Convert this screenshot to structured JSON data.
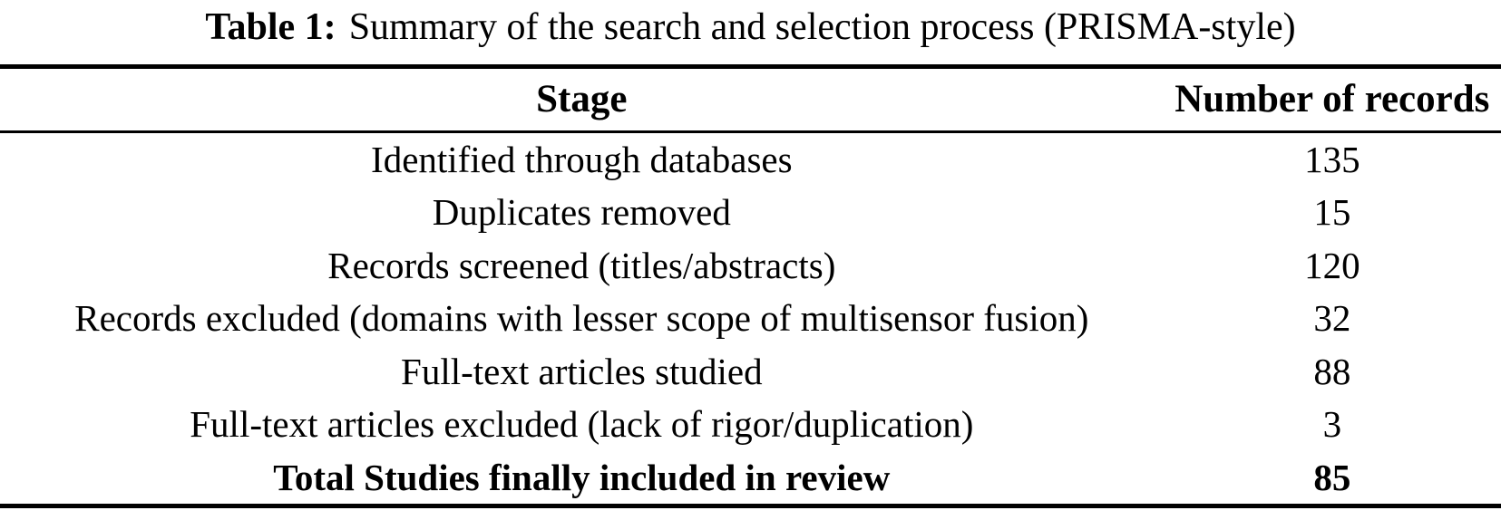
{
  "caption": {
    "label": "Table 1:",
    "text": "Summary of the search and selection process (PRISMA-style)"
  },
  "table": {
    "columns": [
      "Stage",
      "Number of records"
    ],
    "rows": [
      {
        "stage": "Identified through databases",
        "records": "135",
        "bold": false
      },
      {
        "stage": "Duplicates removed",
        "records": "15",
        "bold": false
      },
      {
        "stage": "Records screened (titles/abstracts)",
        "records": "120",
        "bold": false
      },
      {
        "stage": "Records excluded (domains with lesser scope of multisensor fusion)",
        "records": "32",
        "bold": false
      },
      {
        "stage": "Full-text articles studied",
        "records": "88",
        "bold": false
      },
      {
        "stage": "Full-text articles excluded (lack of rigor/duplication)",
        "records": "3",
        "bold": false
      },
      {
        "stage": "Total Studies finally included in review",
        "records": "85",
        "bold": true
      }
    ]
  },
  "colors": {
    "background": "#ffffff",
    "text": "#000000",
    "rule": "#000000"
  }
}
